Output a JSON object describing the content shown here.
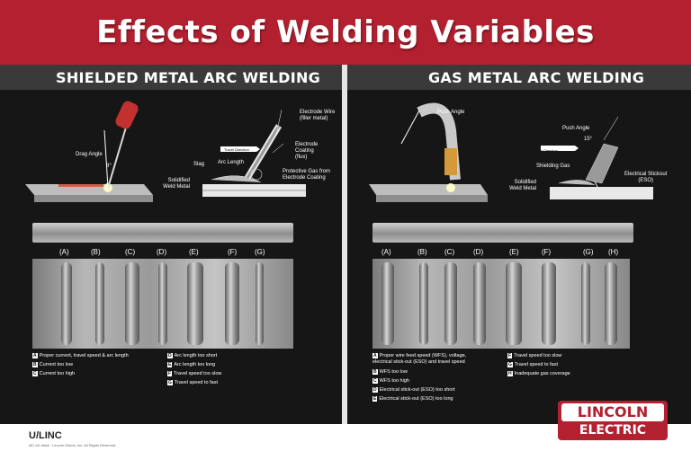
{
  "title": "Effects of Welding Variables",
  "smaw": {
    "heading": "SHIELDED METAL ARC WELDING",
    "drag_angle": "Drag Angle",
    "angle_mark": "θ°",
    "electrode_wire": "Electrode Wire\n(filler metal)",
    "travel_direction": "Travel Direction",
    "slag": "Slag",
    "arc_length": "Arc Length",
    "electrode_coating": "Electrode\nCoating\n(flux)",
    "solidified_weld_metal": "Solidified\nWeld Metal",
    "protective_gas": "Protective Gas from\nElectrode Coating",
    "letters": [
      "(A)",
      "(B)",
      "(C)",
      "(D)",
      "(E)",
      "(F)",
      "(G)"
    ],
    "legend": [
      {
        "key": "A",
        "text": "Proper current, travel speed & arc length"
      },
      {
        "key": "B",
        "text": "Current too low"
      },
      {
        "key": "C",
        "text": "Current too high"
      },
      {
        "key": "D",
        "text": "Arc length too short"
      },
      {
        "key": "E",
        "text": "Arc length too long"
      },
      {
        "key": "F",
        "text": "Travel speed too slow"
      },
      {
        "key": "G",
        "text": "Travel speed to fast"
      }
    ]
  },
  "gmaw": {
    "heading": "GAS METAL ARC WELDING",
    "push_angle_small": "Push Angle",
    "push_angle": "Push Angle",
    "angle_mark": "15°",
    "travel_direction": "Travel Direction",
    "shielding_gas": "Shielding Gas",
    "solidified_weld_metal": "Solidified\nWeld Metal",
    "electrical_stickout": "Electrical Stickout\n(ESO)",
    "letters": [
      "(A)",
      "(B)",
      "(C)",
      "(D)",
      "(E)",
      "(F)",
      "(G)",
      "(H)"
    ],
    "legend": [
      {
        "key": "A",
        "text": "Proper wire feed speed (WFS), voltage,\nelectrical stick-out (ESO) and travel speed"
      },
      {
        "key": "B",
        "text": "WFS too low"
      },
      {
        "key": "C",
        "text": "WFS too high"
      },
      {
        "key": "D",
        "text": "Electrical stick-out (ESO) too short"
      },
      {
        "key": "E",
        "text": "Electrical stick-out (ESO) too long"
      },
      {
        "key": "F",
        "text": "Travel speed too slow"
      },
      {
        "key": "G",
        "text": "Travel speed to fast"
      },
      {
        "key": "H",
        "text": "Inadequate gas coverage"
      }
    ]
  },
  "footer": {
    "ulinc": "U/LINC",
    "copyright": "MC-#X-#### · Lincoln Global, Inc. All Rights Reserved.",
    "brand_top": "LINCOLN",
    "brand_bottom": "ELECTRIC",
    "brand_color": "#b3202f"
  }
}
